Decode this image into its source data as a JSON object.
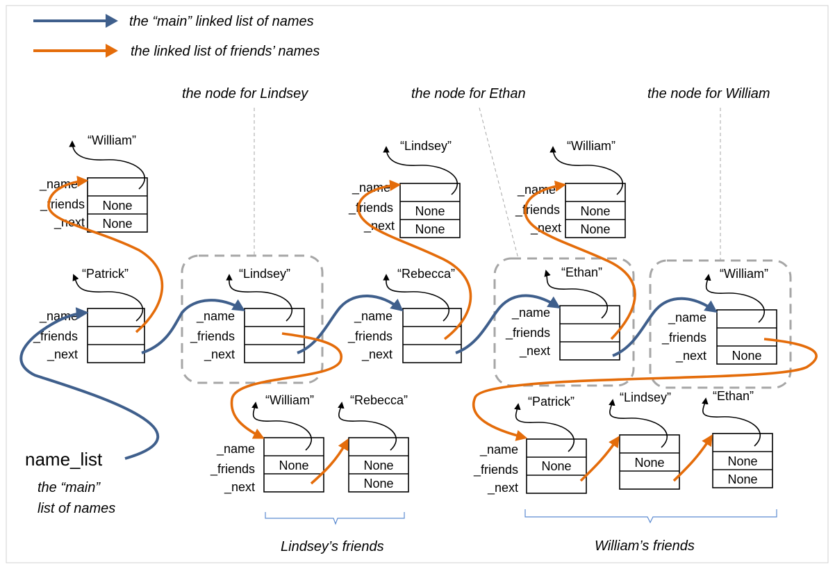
{
  "legend": {
    "main_label": "the “main” linked list of names",
    "friends_label": "the linked list of friends’ names",
    "main_color": "#3f5f8c",
    "friends_color": "#e46c0a"
  },
  "callouts": {
    "lindsey": "the node for Lindsey",
    "ethan": "the node for Ethan",
    "william": "the node for William"
  },
  "fields": {
    "name": "_name",
    "friends": "_friends",
    "next": "_next"
  },
  "strings": {
    "patrick": "“Patrick”",
    "lindsey": "“Lindsey”",
    "rebecca": "“Rebecca”",
    "ethan": "“Ethan”",
    "william": "“William”"
  },
  "none": "None",
  "name_list": {
    "label": "name_list",
    "caption_line1": "the “main”",
    "caption_line2": "list of names"
  },
  "groups": {
    "lindsey_friends": "Lindsey’s friends",
    "william_friends": "William’s friends"
  }
}
